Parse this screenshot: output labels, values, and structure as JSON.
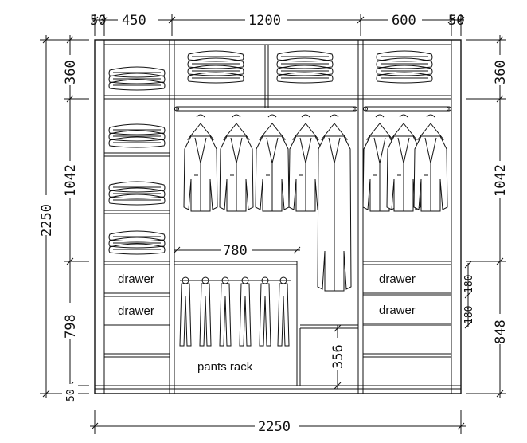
{
  "dimensions": {
    "top": [
      "50",
      "450",
      "1200",
      "600",
      "50"
    ],
    "bottom_total": "2250",
    "left_total": "2250",
    "left_segments": [
      "360",
      "1042",
      "798",
      "50"
    ],
    "right_segments": [
      "360",
      "1042",
      "848"
    ],
    "right_small": [
      "180",
      "180"
    ],
    "rail_width": "780",
    "rack_height": "356"
  },
  "labels": {
    "drawer_left_1": "drawer",
    "drawer_left_2": "drawer",
    "drawer_right_1": "drawer",
    "drawer_right_2": "drawer",
    "pants_rack": "pants rack"
  }
}
